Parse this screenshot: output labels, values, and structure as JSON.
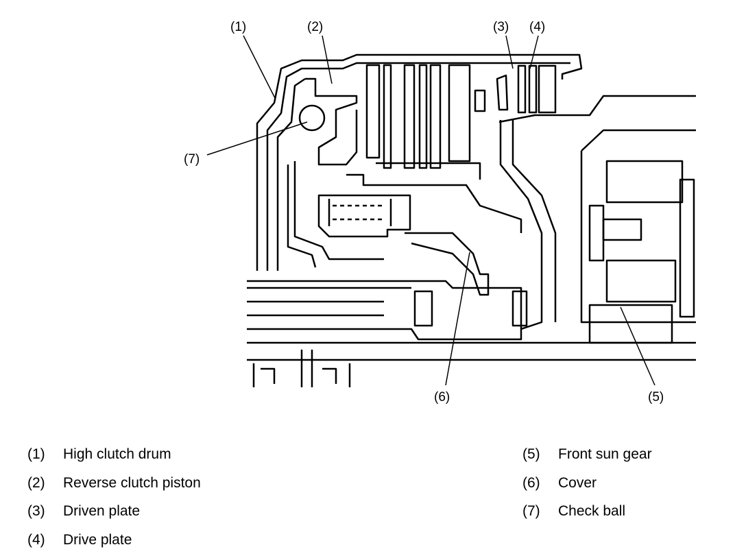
{
  "callouts": [
    {
      "id": "1",
      "text": "(1)"
    },
    {
      "id": "2",
      "text": "(2)"
    },
    {
      "id": "3",
      "text": "(3)"
    },
    {
      "id": "4",
      "text": "(4)"
    },
    {
      "id": "5",
      "text": "(5)"
    },
    {
      "id": "6",
      "text": "(6)"
    },
    {
      "id": "7",
      "text": "(7)"
    }
  ],
  "legend": [
    {
      "num": "(1)",
      "label": "High clutch drum"
    },
    {
      "num": "(2)",
      "label": "Reverse clutch piston"
    },
    {
      "num": "(3)",
      "label": "Driven plate"
    },
    {
      "num": "(4)",
      "label": "Drive plate"
    },
    {
      "num": "(5)",
      "label": "Front sun gear"
    },
    {
      "num": "(6)",
      "label": "Cover"
    },
    {
      "num": "(7)",
      "label": "Check ball"
    }
  ]
}
